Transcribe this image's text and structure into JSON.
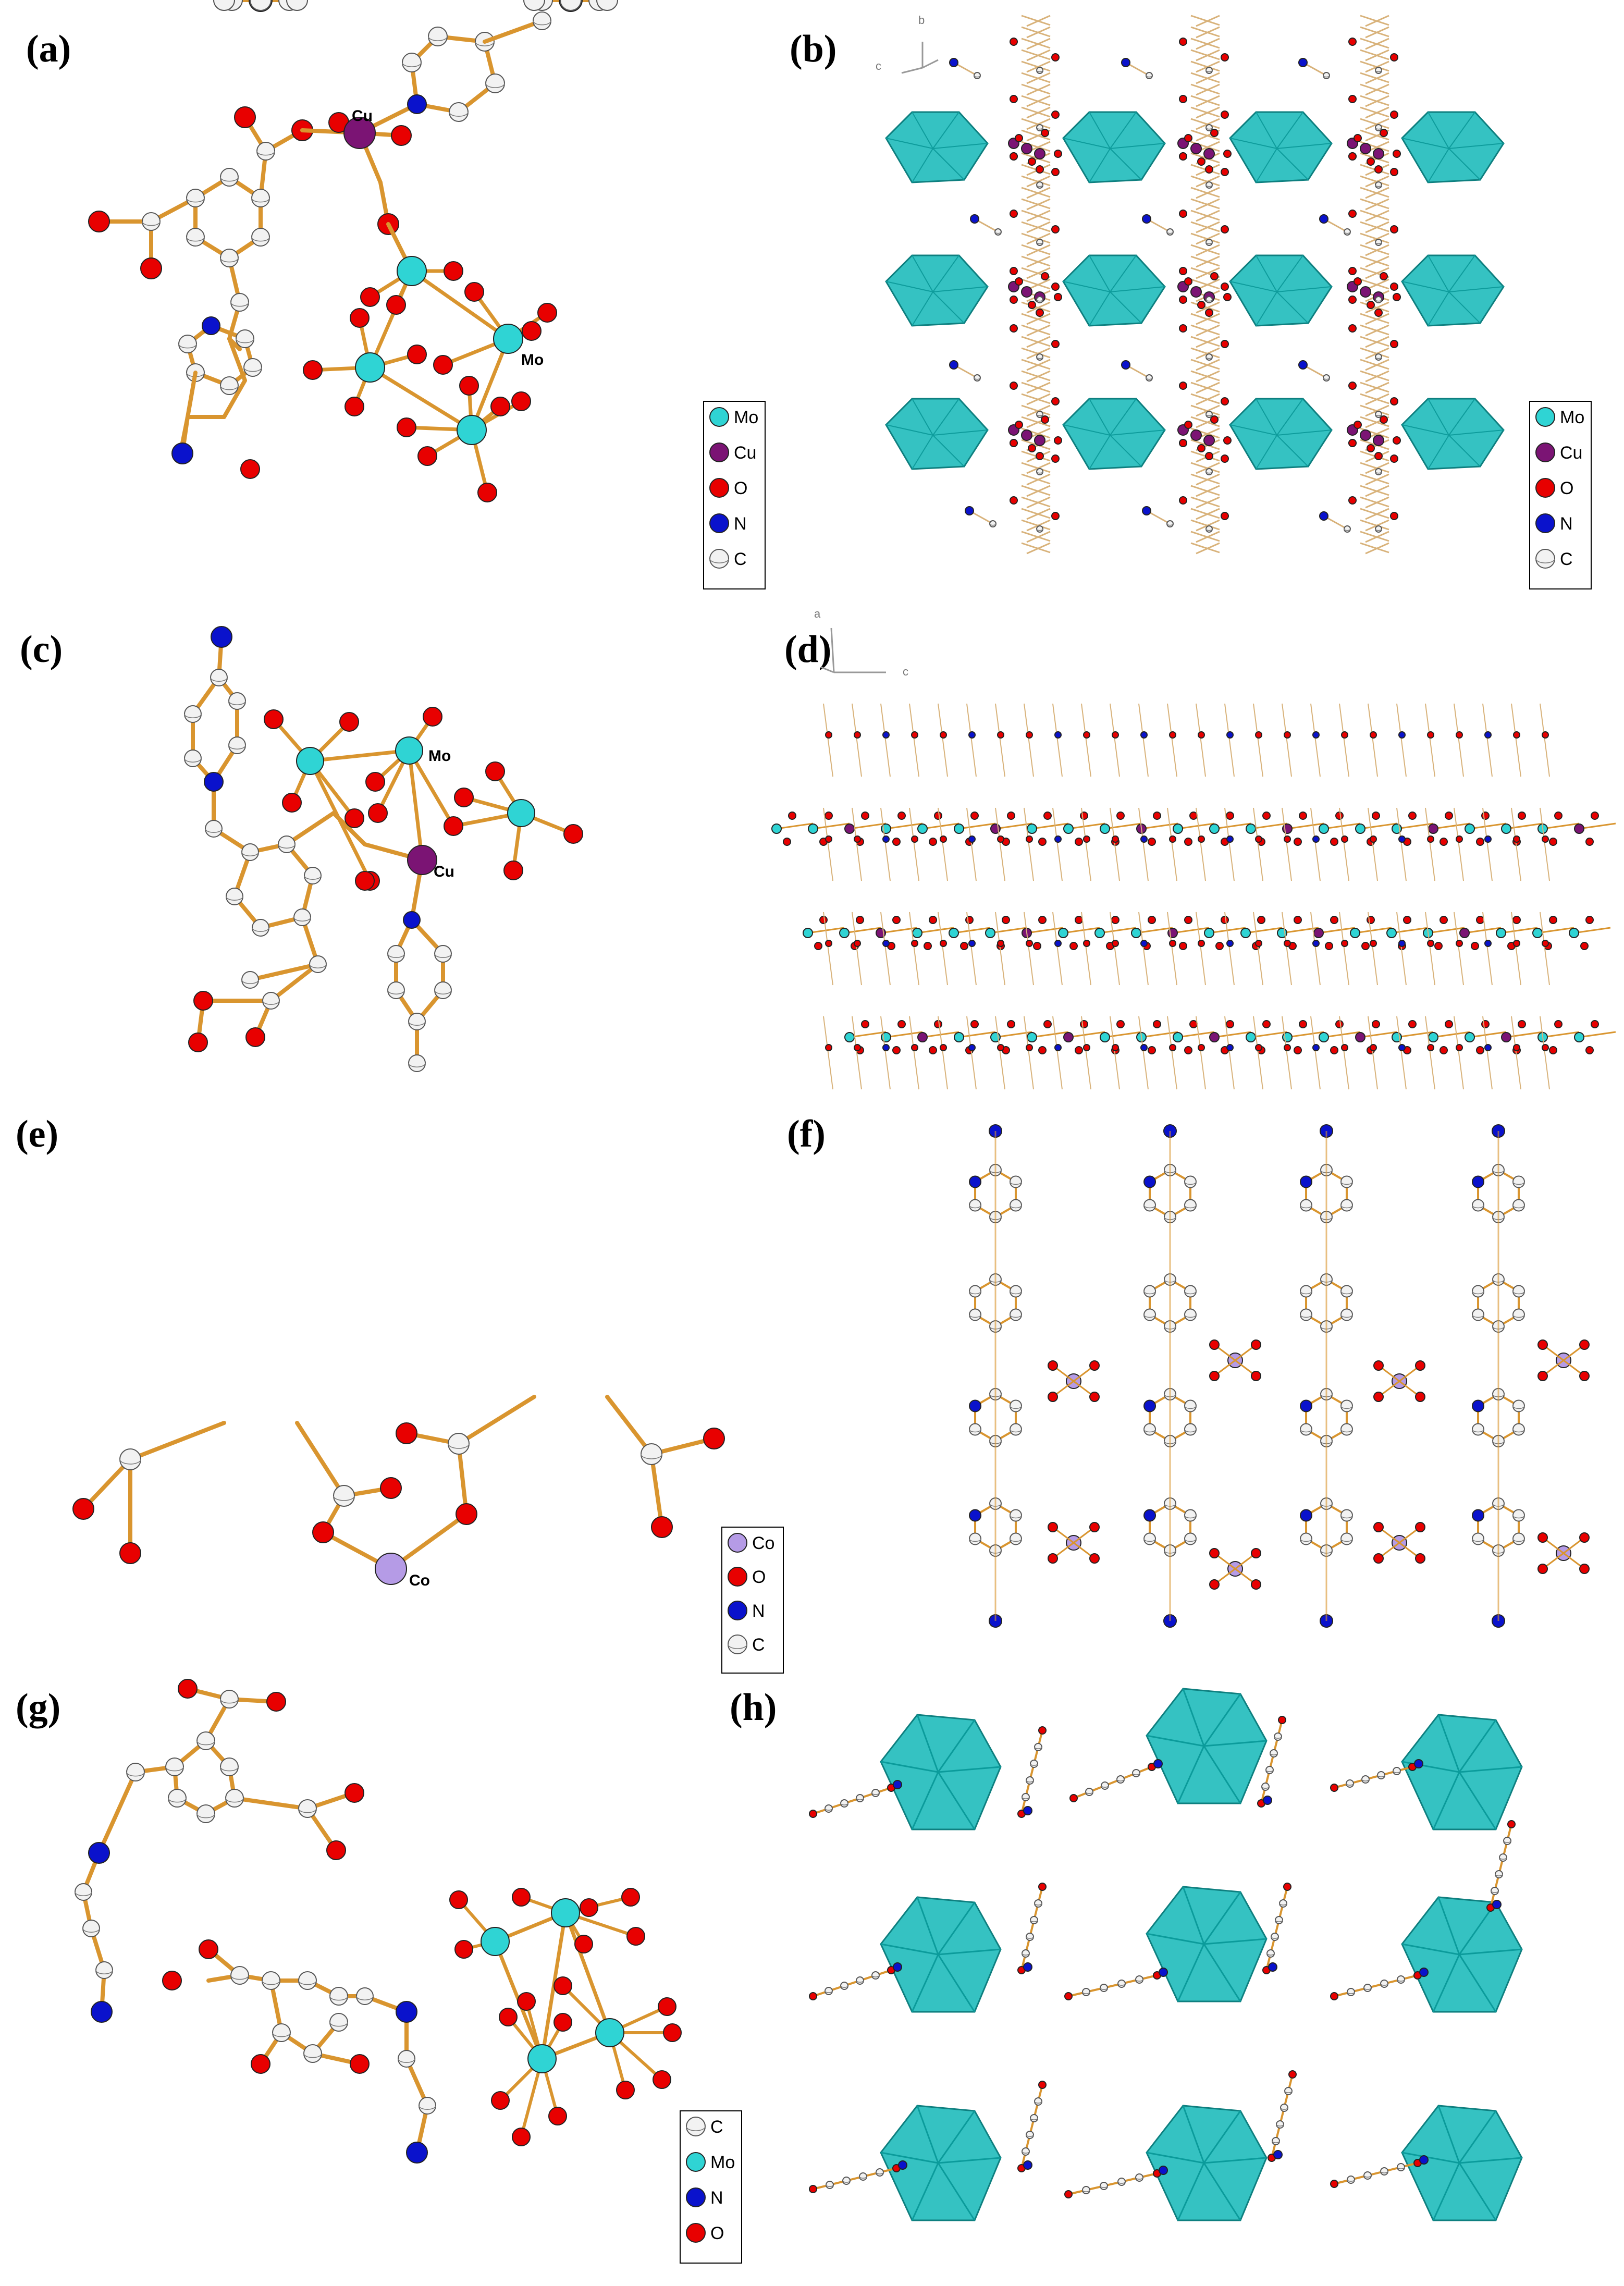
{
  "colors": {
    "bond": "#d9952f",
    "Mo": "#2fd4d4",
    "Cu": "#7b1474",
    "O": "#e80000",
    "N": "#0a12cc",
    "C": "#f2f2f2",
    "Co": "#b59be6",
    "polyhedron": "#35c2c2"
  },
  "panels": [
    {
      "id": "a",
      "label": "(a)"
    },
    {
      "id": "b",
      "label": "(b)"
    },
    {
      "id": "c",
      "label": "(c)"
    },
    {
      "id": "d",
      "label": "(d)"
    },
    {
      "id": "e",
      "label": "(e)"
    },
    {
      "id": "f",
      "label": "(f)"
    },
    {
      "id": "g",
      "label": "(g)"
    },
    {
      "id": "h",
      "label": "(h)"
    }
  ],
  "atom_labels": {
    "a_cu": "Cu",
    "a_mo": "Mo",
    "c_mo": "Mo",
    "c_cu": "Cu",
    "e_co": "Co"
  },
  "axis_labels": {
    "b_b": "b",
    "b_c": "c",
    "d_a": "a",
    "d_c": "c"
  },
  "legends": {
    "a": [
      "Mo",
      "Cu",
      "O",
      "N",
      "C"
    ],
    "b": [
      "Mo",
      "Cu",
      "O",
      "N",
      "C"
    ],
    "e": [
      "Co",
      "O",
      "N",
      "C"
    ],
    "g": [
      "C",
      "Mo",
      "N",
      "O"
    ]
  }
}
